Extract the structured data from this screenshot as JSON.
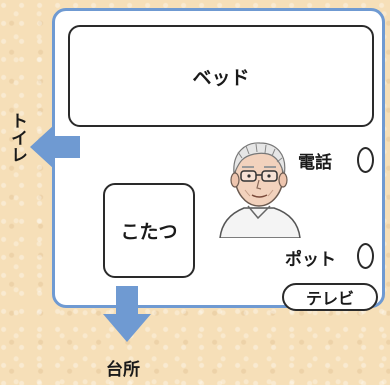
{
  "room": {
    "bed_label": "ベッド",
    "kotatsu_label": "こたつ",
    "phone_label": "電話",
    "pot_label": "ポット",
    "tv_label": "テレビ"
  },
  "exits": {
    "toilet_label": "トイレ",
    "kitchen_label": "台所"
  },
  "colors": {
    "wall": "#6f9ad2",
    "arrow": "#6f9ad2",
    "background": "#f6dfb8"
  },
  "icons": [
    "arrow-left-icon",
    "arrow-down-icon",
    "elderly-man-illustration"
  ]
}
